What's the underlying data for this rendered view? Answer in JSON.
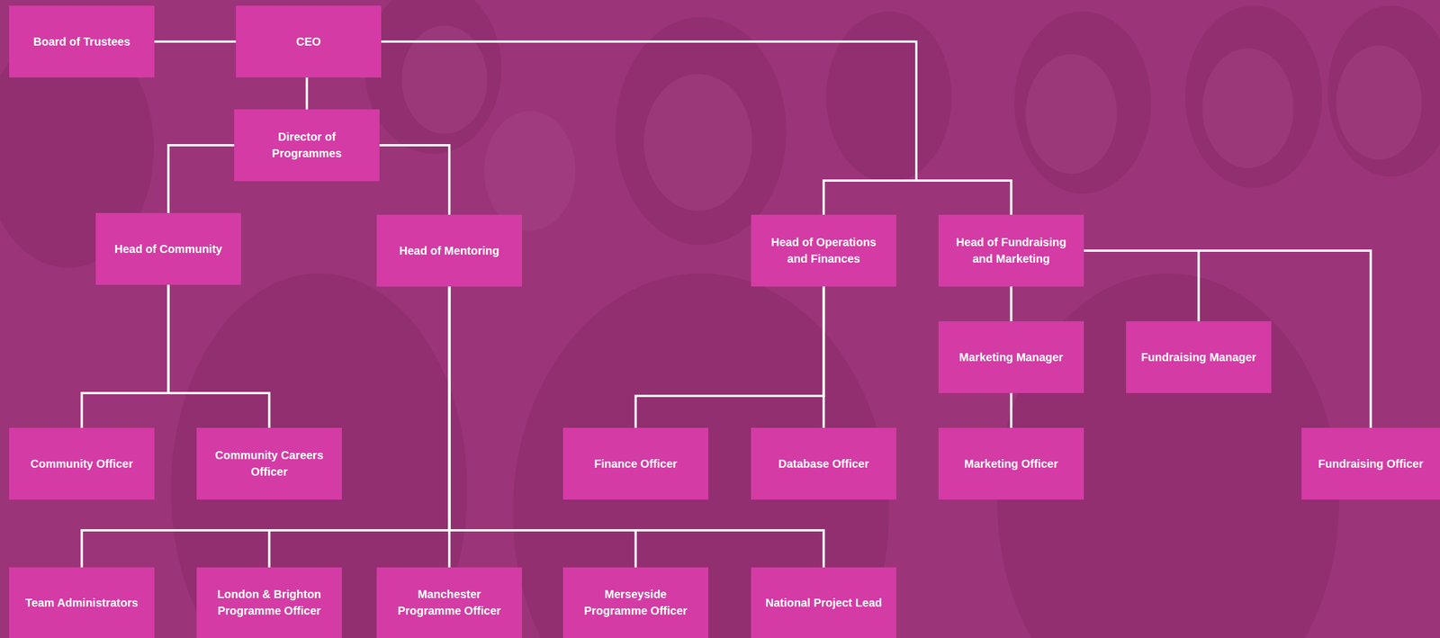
{
  "diagram": {
    "nodes": [
      {
        "text": [
          "Board of Trustees"
        ]
      },
      {
        "text": [
          "CEO"
        ]
      },
      {
        "text": [
          "Director of Programmes"
        ]
      },
      {
        "text": [
          "Head of Community"
        ]
      },
      {
        "text": [
          "Head of Mentoring"
        ]
      },
      {
        "text": [
          "Head of Operations and Finances"
        ]
      },
      {
        "text": [
          "Head of Fundraising and Marketing"
        ]
      },
      {
        "text": [
          "Marketing Manager"
        ]
      },
      {
        "text": [
          "Fundraising Manager"
        ]
      },
      {
        "text": [
          "Community Officer"
        ]
      },
      {
        "text": [
          "Community Careers Officer"
        ]
      },
      {
        "text": [
          "Finance Officer"
        ]
      },
      {
        "text": [
          "Database Officer"
        ]
      },
      {
        "text": [
          "Marketing Officer"
        ]
      },
      {
        "text": [
          "Fundraising Officer"
        ]
      },
      {
        "text": [
          "Team Administrators"
        ]
      },
      {
        "text": [
          "London & Brighton Programme Officer"
        ]
      },
      {
        "text": [
          "Manchester Programme Officer"
        ]
      },
      {
        "text": [
          "Merseyside Programme Officer"
        ]
      },
      {
        "text": [
          "National Project Lead"
        ]
      }
    ],
    "edges": [
      {
        "from": 0,
        "to": 1,
        "arrow": "none"
      },
      {
        "from": 1,
        "to": 2,
        "arrow": "none"
      },
      {
        "from": 1,
        "to": 5,
        "arrow": "none"
      },
      {
        "from": 1,
        "to": 6,
        "arrow": "none"
      },
      {
        "from": 2,
        "to": 3,
        "arrow": "none"
      },
      {
        "from": 2,
        "to": 4,
        "arrow": "none"
      },
      {
        "from": 3,
        "to": 9,
        "arrow": "none"
      },
      {
        "from": 3,
        "to": 10,
        "arrow": "none"
      },
      {
        "from": 4,
        "to": 15,
        "arrow": "none"
      },
      {
        "from": 4,
        "to": 16,
        "arrow": "none"
      },
      {
        "from": 4,
        "to": 17,
        "arrow": "none"
      },
      {
        "from": 4,
        "to": 18,
        "arrow": "none"
      },
      {
        "from": 4,
        "to": 19,
        "arrow": "none"
      },
      {
        "from": 5,
        "to": 11,
        "arrow": "none"
      },
      {
        "from": 5,
        "to": 12,
        "arrow": "none"
      },
      {
        "from": 6,
        "to": 7,
        "arrow": "none"
      },
      {
        "from": 6,
        "to": 8,
        "arrow": "none"
      },
      {
        "from": 6,
        "to": 14,
        "arrow": "none"
      },
      {
        "from": 7,
        "to": 13,
        "arrow": "none"
      }
    ]
  }
}
